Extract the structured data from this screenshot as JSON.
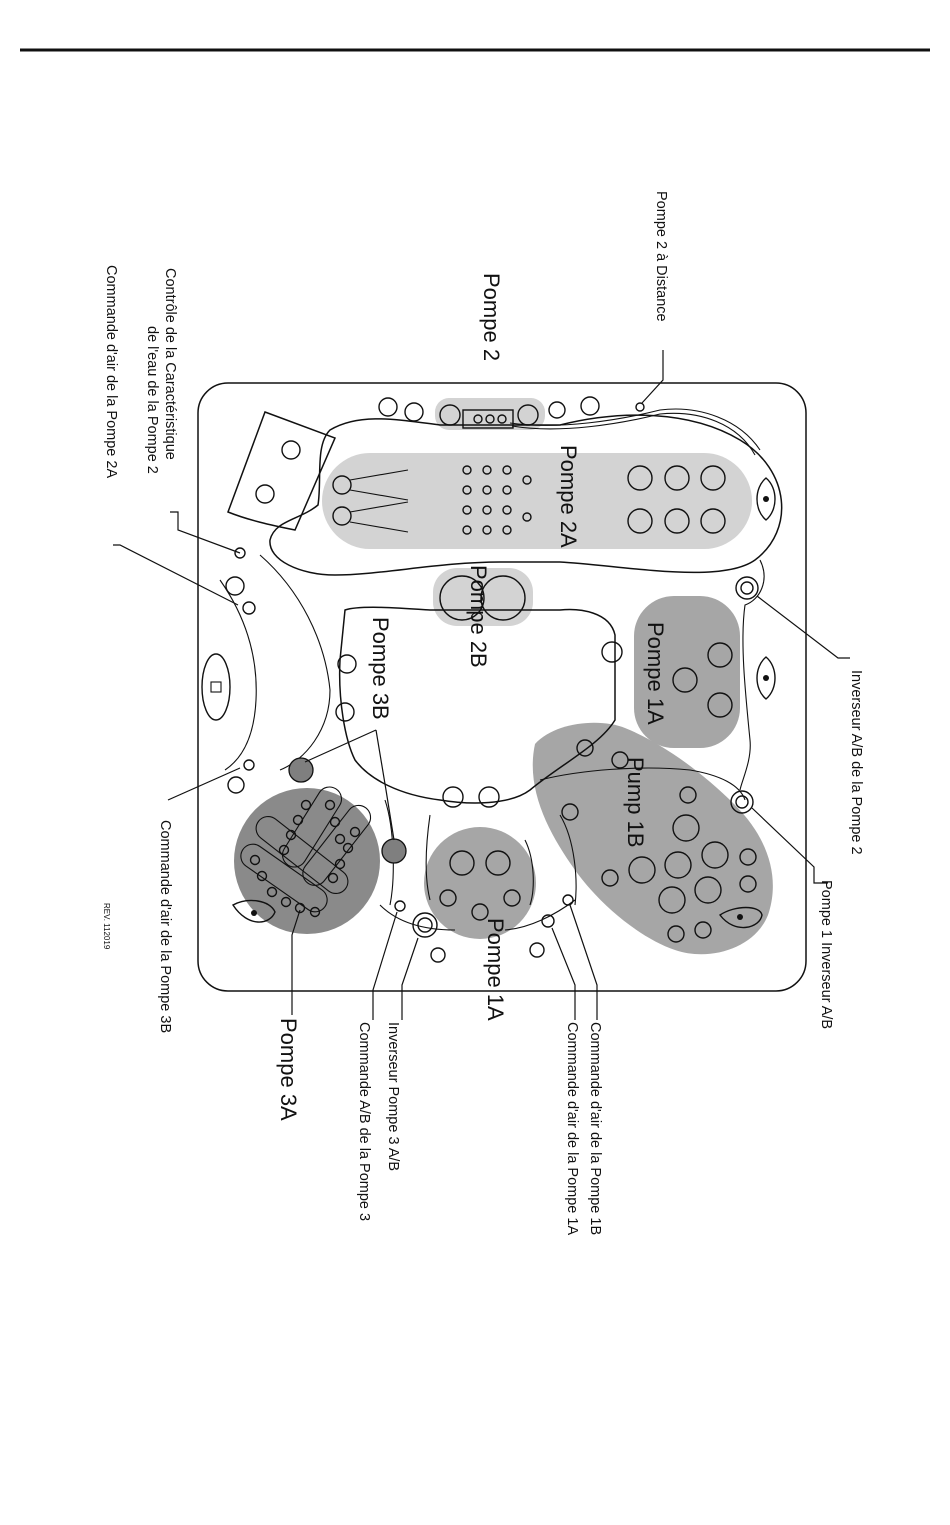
{
  "labels": {
    "pompe_2": "Pompe 2",
    "pompe_2a": "Pompe 2A",
    "pompe_2b": "Pompe 2B",
    "pompe_1a_top": "Pompe 1A",
    "pump_1b": "Pump 1B",
    "pompe_3b": "Pompe 3B",
    "pompe_1a_bottom": "Pompe 1A",
    "pompe_3a": "Pompe 3A"
  },
  "callouts": {
    "pompe_2_distance": "Pompe 2 à Distance",
    "controle_line1": "Contrôle de la Caractéristique",
    "controle_line2": "de l'eau de la Pompe 2",
    "commande_air_2a": "Commande d'air de la Pompe 2A",
    "inverseur_ab_pompe_2": "Inverseur A/B de la Pompe 2",
    "pompe_1_inverseur": "Pompe 1 Inverseur A/B",
    "commande_air_3b": "Commande d'air de la Pompe 3B",
    "commande_air_1b": "Commande d'air de la Pompe 1B",
    "commande_air_1a": "Commande d'air de la Pompe 1A",
    "inverseur_pompe_3": "Inverseur Pompe 3 A/B",
    "commande_ab_pompe_3": "Commande A/B de la Pompe 3"
  },
  "revision": "REV. 112019",
  "colors": {
    "zone_light": "#d3d3d3",
    "zone_mid": "#a6a6a6",
    "zone_dark": "#8a8a8a",
    "line": "#111111"
  }
}
